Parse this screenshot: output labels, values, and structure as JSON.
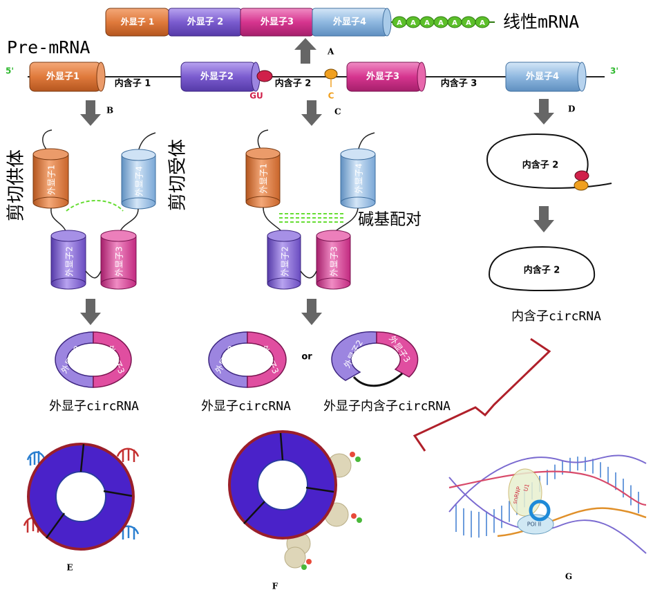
{
  "colors": {
    "exon1": "#e07a3c",
    "exon2": "#7b5ccf",
    "exon3": "#d6358f",
    "exon4": "#8fb8e0",
    "polyA": "#5cbf2a",
    "gu_site": "#d0204a",
    "c_site": "#f0a020",
    "arrow": "#666666",
    "circ_outer": "#9a1f2a",
    "circ_fill": "#4a22c9",
    "bracket": "#b0202a"
  },
  "linear": {
    "exons": [
      "外显子 1",
      "外显子 2",
      "外显子3",
      "外显子4"
    ],
    "polyA": [
      "A",
      "A",
      "A",
      "A",
      "A",
      "A",
      "A"
    ],
    "label": "线性mRNA"
  },
  "pre": {
    "title": "Pre-mRNA",
    "five": "5'",
    "three": "3'",
    "exons": [
      "外显子1",
      "外显子2",
      "外显子3",
      "外显子4"
    ],
    "introns": [
      "内含子 1",
      "内含子 2",
      "内含子 3"
    ],
    "gu": "GU",
    "c": "C"
  },
  "arrows": {
    "a": "A",
    "b": "B",
    "c": "C",
    "d": "D"
  },
  "panelB": {
    "exons": [
      "外显子1",
      "外显子4",
      "外显子2",
      "外显子3"
    ],
    "donor": "剪切供体",
    "acceptor": "剪切受体",
    "ring_left": "外显子2",
    "ring_right": "外显子3",
    "result": "外显子circRNA"
  },
  "panelC": {
    "exons": [
      "外显子1",
      "外显子4",
      "外显子2",
      "外显子3"
    ],
    "pairing": "碱基配对",
    "or": "or",
    "ring_left": "外显子2",
    "ring_right": "外显子3",
    "result1": "外显子circRNA",
    "result2": "外显子内含子circRNA"
  },
  "panelD": {
    "intron": "内含子 2",
    "result": "内含子circRNA"
  },
  "bottom": {
    "e": "E",
    "f": "F",
    "g": "G",
    "pol": "POl II",
    "u1": "U1",
    "snrnp": "snRNP"
  }
}
